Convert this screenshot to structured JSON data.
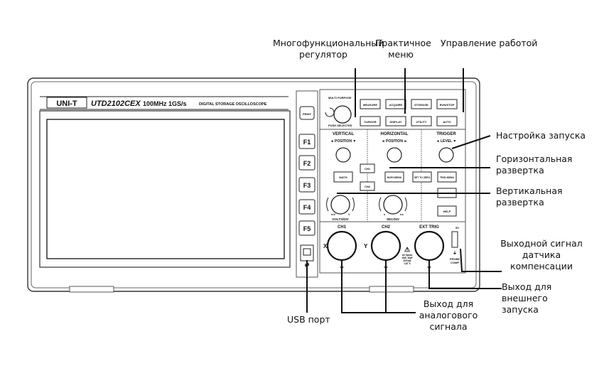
{
  "device": {
    "brand": "UNI-T",
    "model": "UTD2102CEX",
    "spec": "100MHz 1GS/s",
    "description": "DIGITAL STORAGE OSCILLOSCOPE",
    "print_label": "PRINT",
    "function_keys": [
      "F1",
      "F2",
      "F3",
      "F4",
      "F5"
    ],
    "top_buttons_row1": [
      "MEASURE",
      "ACQUIRE",
      "STORAGE",
      "RUN/STOP"
    ],
    "top_buttons_row2": [
      "CURSOR",
      "DISPLAY",
      "UTILITY",
      "AUTO"
    ],
    "multi_purpose_label": "MULTI PURPOSE",
    "push_selected_label": "PUSH SELECTED",
    "sections": {
      "vertical": "VERTICAL",
      "horizontal": "HORIZONTAL",
      "trigger": "TRIGGER"
    },
    "knob_labels": {
      "v_position": "◄ POSITION ▼",
      "h_position": "◄ POSITION ►",
      "level": "◄ LEVEL ▼"
    },
    "mid_buttons": {
      "math": "MATH",
      "ch1": "CH1",
      "ch2": "CH2",
      "hori_menu": "HORI MENU",
      "set_to_zero": "SET TO ZERO",
      "trig_menu": "TRIG MENU",
      "help": "HELP"
    },
    "scale_labels": {
      "volts": "VOLTS/DIV",
      "sec": "SEC/DIV",
      "mv": "mV",
      "v": "V",
      "s": "s",
      "ns": "ns"
    },
    "inputs": {
      "ch1": "CH1",
      "ch2": "CH2",
      "ext": "EXT TRIG",
      "x": "X",
      "y": "Y"
    },
    "warning_text": [
      "All Inputs",
      "1MΩ 16pF",
      "300Vpk",
      "CAT II"
    ],
    "probe_label": [
      "PROBE",
      "COMP"
    ],
    "probe_voltage": "5V"
  },
  "labels": {
    "multi_knob": [
      "Многофункциональный",
      "регулятор"
    ],
    "menu": [
      "Практичное",
      "меню"
    ],
    "control": [
      "Управление работой"
    ],
    "trigger": [
      "Настройка запуска"
    ],
    "horizontal": [
      "Горизонтальная",
      "развертка"
    ],
    "vertical": [
      "Вертикальная",
      "развертка"
    ],
    "probe_comp": [
      "Выходной сигнал",
      "датчика",
      "компенсации"
    ],
    "ext_trig": [
      "Выход для",
      "внешнего",
      "запуска"
    ],
    "analog": [
      "Выход для",
      "аналогового",
      "сигнала"
    ],
    "usb": [
      "USB порт"
    ]
  }
}
